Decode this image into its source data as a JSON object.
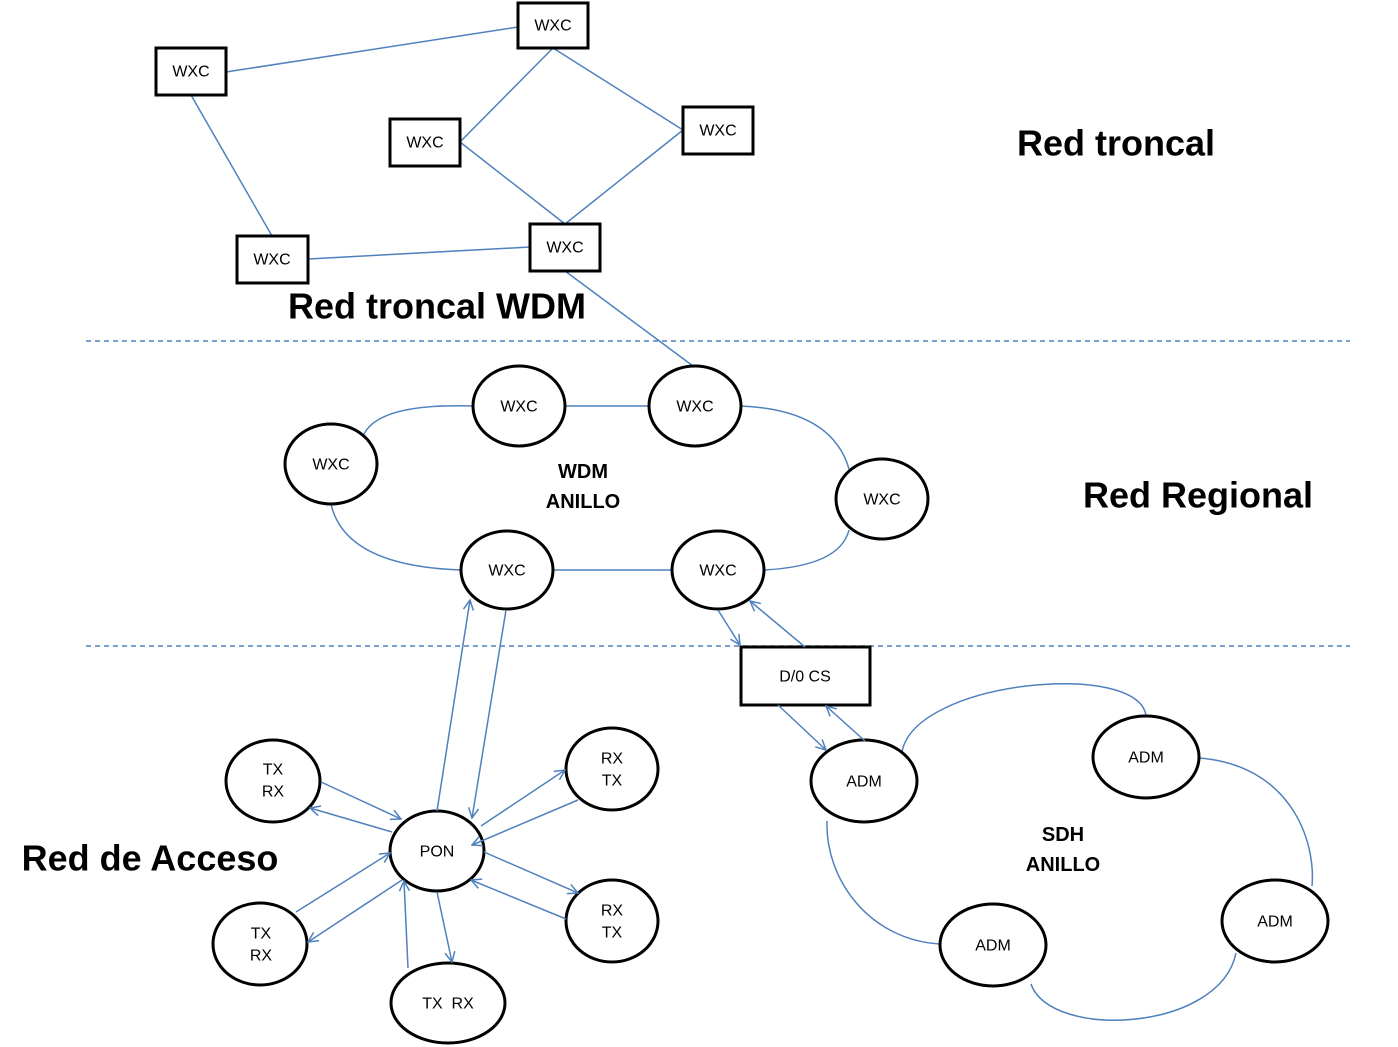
{
  "titles": {
    "backbone": "Red troncal",
    "backbone_wdm": "Red troncal WDM",
    "regional": "Red Regional",
    "access": "Red de Acceso"
  },
  "backbone": {
    "nodes": [
      "WXC",
      "WXC",
      "WXC",
      "WXC",
      "WXC",
      "WXC"
    ]
  },
  "regional": {
    "ring_label": {
      "line1": "WDM",
      "line2": "ANILLO"
    },
    "nodes": [
      "WXC",
      "WXC",
      "WXC",
      "WXC",
      "WXC",
      "WXC"
    ]
  },
  "access": {
    "dcs": "D/0 CS",
    "pon": "PON",
    "terminals": [
      {
        "line1": "TX",
        "line2": "RX"
      },
      {
        "line1": "TX",
        "line2": "RX"
      },
      {
        "line1": "TX  RX"
      },
      {
        "line1": "RX",
        "line2": "TX"
      },
      {
        "line1": "RX",
        "line2": "TX"
      }
    ]
  },
  "sdh": {
    "ring_label": {
      "line1": "SDH",
      "line2": "ANILLO"
    },
    "nodes": [
      "ADM",
      "ADM",
      "ADM",
      "ADM"
    ]
  },
  "colors": {
    "link": "#4f81bd",
    "outline": "#000000",
    "background": "#ffffff"
  }
}
